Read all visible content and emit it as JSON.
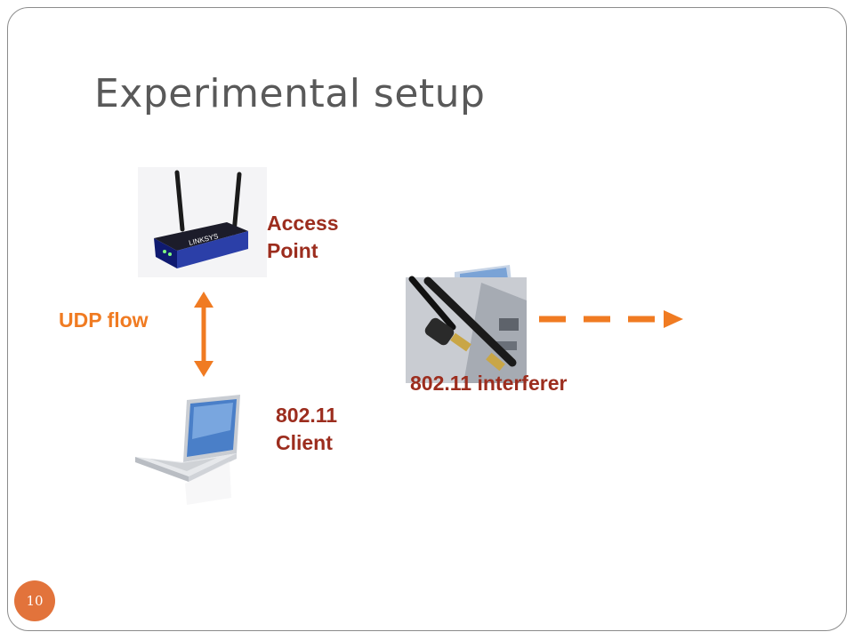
{
  "slide": {
    "title": "Experimental setup",
    "page_number": "10"
  },
  "labels": {
    "access_point_line1": "Access",
    "access_point_line2": "Point",
    "client_line1": "802.11",
    "client_line2": "Client",
    "interferer": "802.11 interferer",
    "udp_flow": "UDP flow"
  },
  "colors": {
    "accent_orange": "#f07b22",
    "label_red": "#9c2d1e",
    "title_gray": "#595959",
    "badge": "#e2733b"
  }
}
